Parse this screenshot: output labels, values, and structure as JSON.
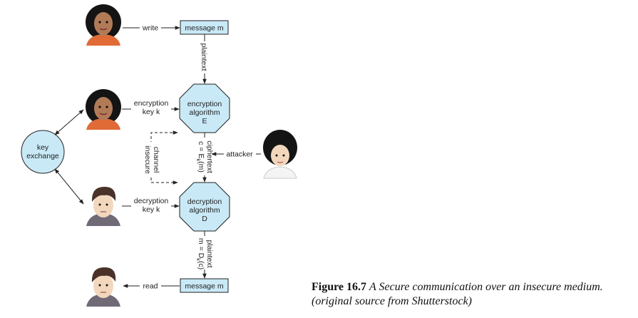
{
  "nodes": {
    "message_top": "message m",
    "message_bottom": "message m",
    "encryption": [
      "encryption",
      "algorithm",
      "E"
    ],
    "decryption": [
      "decryption",
      "algorithm",
      "D"
    ],
    "key_exchange": [
      "key",
      "exchange"
    ]
  },
  "edges": {
    "write": "write",
    "plaintext_top": "plaintext",
    "encryption_key": [
      "encryption",
      "key k"
    ],
    "decryption_key": [
      "decryption",
      "key k"
    ],
    "ciphertext": "ciphertext",
    "cipher_formula": {
      "main": "c = E",
      "sub": "k",
      "tail": "(m)"
    },
    "attacker": "attacker",
    "insecure_channel": [
      "insecure",
      "channel"
    ],
    "plaintext_bottom": "plaintext",
    "plain_formula": {
      "main": "m = D",
      "sub": "k",
      "tail": "(c)"
    },
    "read": "read"
  },
  "people": [
    "sender",
    "sender",
    "receiver",
    "attacker",
    "receiver"
  ],
  "caption": {
    "label": "Figure 16.7",
    "text": "A Secure communication over an insecure medium. (original source from Shutterstock)"
  },
  "colors": {
    "node_fill": "#c9e9f7",
    "line": "#222222",
    "skin_dark": "#b27b58",
    "skin_light": "#f2d7bd",
    "hair_black": "#141414",
    "hair_brown": "#4a3228",
    "shirt_orange": "#e06b37",
    "shirt_gray": "#6f6a76"
  }
}
